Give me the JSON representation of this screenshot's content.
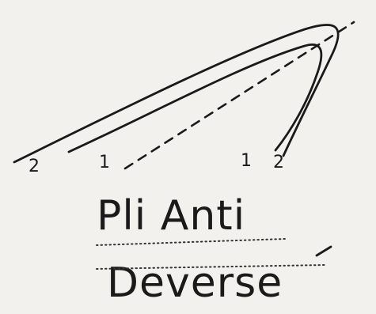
{
  "fold_labels": {
    "outer_left": "2",
    "inner_left": "1",
    "inner_right": "1",
    "outer_right": "2"
  },
  "caption": {
    "line1": "Pli Anti",
    "line2": "Deverse"
  }
}
